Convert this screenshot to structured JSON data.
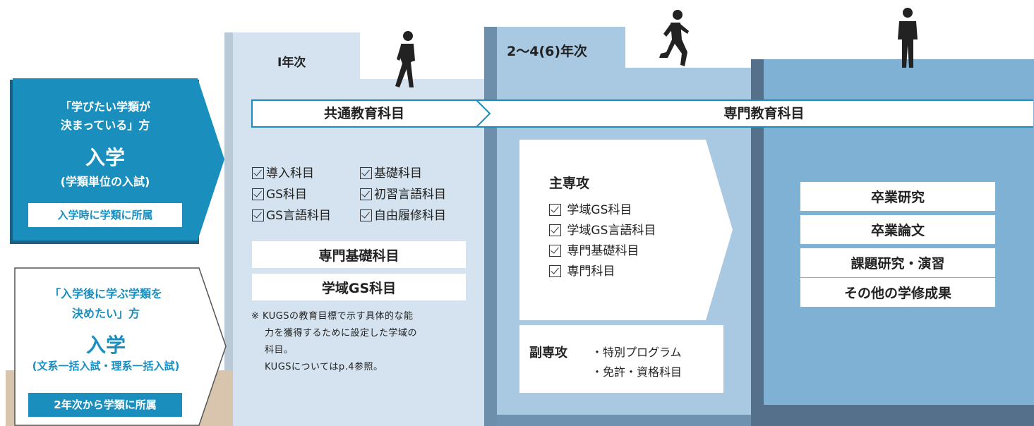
{
  "colors": {
    "step1": "#d4e3ef",
    "step2": "#a9c9e2",
    "step3": "#7fb1d4",
    "step3_dark": "#55708a",
    "entry_blue": "#1a8fbe",
    "entry_text_blue": "#1b8ec0",
    "beige": "#d9c5ad"
  },
  "steps": {
    "year1_label": "Ⅰ年次",
    "year2_label": "2〜4(6)年次"
  },
  "entry_a": {
    "line1": "「学びたい学類が",
    "line2": "決まっている」方",
    "big": "入学",
    "sub": "(学類単位の入試)",
    "badge": "入学時に学類に所属"
  },
  "entry_b": {
    "line1": "「入学後に学ぶ学類を",
    "line2": "決めたい」方",
    "big": "入学",
    "sub": "(文系一括入試・理系一括入試)",
    "badge": "2年次から学類に所属"
  },
  "banner": {
    "common": "共通教育科目",
    "specialized": "専門教育科目"
  },
  "common_checks": [
    "導入科目",
    "基礎科目",
    "GS科目",
    "初習言語科目",
    "GS言語科目",
    "自由履修科目"
  ],
  "common_boxes": [
    "専門基礎科目",
    "学域GS科目"
  ],
  "note": {
    "line1": "※ KUGSの教育目標で示す具体的な能",
    "line2": "力を獲得するために設定した学域の",
    "line3": "科目。",
    "line4": "KUGSについてはp.4参照。"
  },
  "major": {
    "title": "主専攻",
    "items": [
      "学域GS科目",
      "学域GS言語科目",
      "専門基礎科目",
      "専門科目"
    ]
  },
  "minor": {
    "title": "副専攻",
    "items": [
      "・特別プログラム",
      "・免許・資格科目"
    ]
  },
  "final_boxes": [
    "卒業研究",
    "卒業論文",
    "課題研究・演習",
    "その他の学修成果"
  ],
  "icons": [
    "person-walking-icon",
    "person-running-icon",
    "person-standing-icon"
  ]
}
